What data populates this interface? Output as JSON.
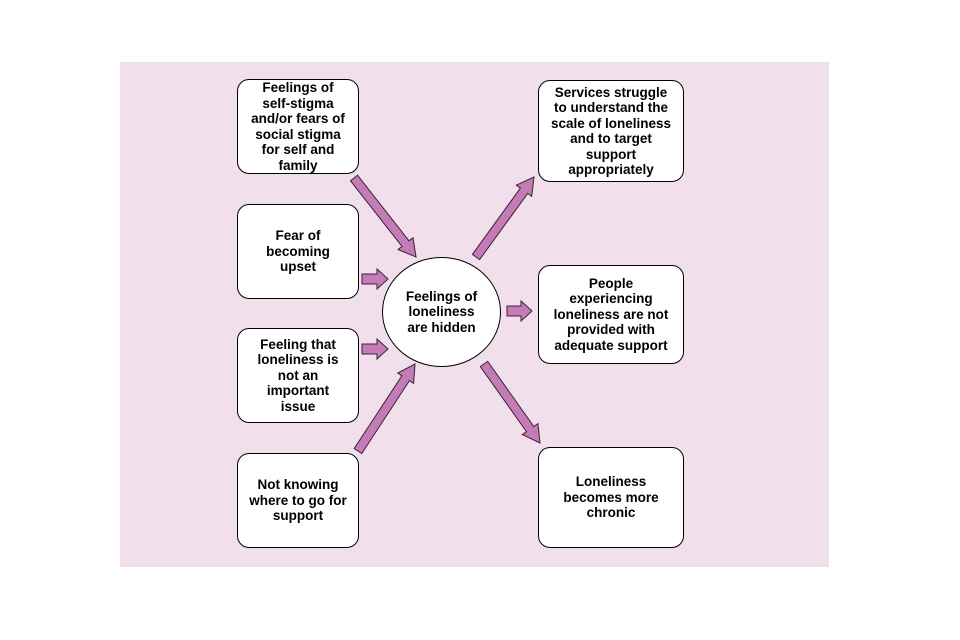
{
  "colors": {
    "background_panel": "#f1dfec",
    "arrow_fill": "#c57bb6",
    "arrow_stroke": "#3a2336",
    "box_fill": "#ffffff",
    "box_border": "#000000"
  },
  "center": {
    "text_lines": [
      "Feelings of",
      "loneliness",
      "are hidden"
    ]
  },
  "causes": [
    {
      "text_lines": [
        "Feelings of",
        "self-stigma",
        "and/or fears of",
        "social stigma",
        "for self and",
        "family"
      ]
    },
    {
      "text_lines": [
        "Fear of",
        "becoming",
        "upset"
      ]
    },
    {
      "text_lines": [
        "Feeling that",
        "loneliness is",
        "not an",
        "important",
        "issue"
      ]
    },
    {
      "text_lines": [
        "Not knowing",
        "where to go for",
        "support"
      ]
    }
  ],
  "effects": [
    {
      "text_lines": [
        "Services struggle",
        "to understand the",
        "scale of loneliness",
        "and to target",
        "support",
        "appropriately"
      ]
    },
    {
      "text_lines": [
        "People",
        "experiencing",
        "loneliness are not",
        "provided with",
        "adequate support"
      ]
    },
    {
      "text_lines": [
        "Loneliness",
        "becomes more",
        "chronic"
      ]
    }
  ]
}
